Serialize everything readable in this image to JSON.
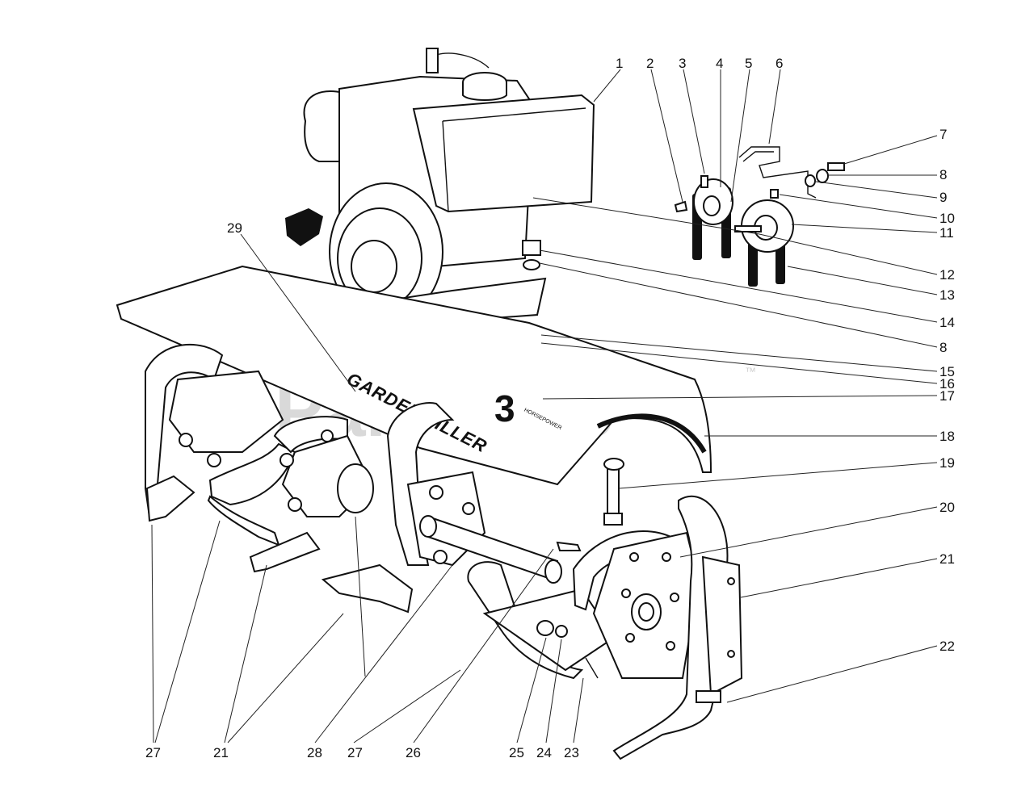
{
  "watermark": {
    "text": "PartsTree",
    "trademark": "™"
  },
  "decal": {
    "brand": "GARDEN TILLER",
    "number": "3",
    "sub": "HORSEPOWER"
  },
  "callouts": [
    {
      "id": "c1",
      "text": "1"
    },
    {
      "id": "c2",
      "text": "2"
    },
    {
      "id": "c3",
      "text": "3"
    },
    {
      "id": "c4",
      "text": "4"
    },
    {
      "id": "c5",
      "text": "5"
    },
    {
      "id": "c6",
      "text": "6"
    },
    {
      "id": "c7",
      "text": "7"
    },
    {
      "id": "c8a",
      "text": "8"
    },
    {
      "id": "c9",
      "text": "9"
    },
    {
      "id": "c10a",
      "text": "10"
    },
    {
      "id": "c11",
      "text": "11"
    },
    {
      "id": "c12",
      "text": "12"
    },
    {
      "id": "c13",
      "text": "13"
    },
    {
      "id": "c14",
      "text": "14"
    },
    {
      "id": "c8b",
      "text": "8"
    },
    {
      "id": "c15",
      "text": "15"
    },
    {
      "id": "c16",
      "text": "16"
    },
    {
      "id": "c17",
      "text": "17"
    },
    {
      "id": "c18",
      "text": "18"
    },
    {
      "id": "c19",
      "text": "19"
    },
    {
      "id": "c20",
      "text": "20"
    },
    {
      "id": "c21a",
      "text": "21"
    },
    {
      "id": "c22",
      "text": "22"
    },
    {
      "id": "c29",
      "text": "29"
    },
    {
      "id": "c27a",
      "text": "27"
    },
    {
      "id": "c21b",
      "text": "21"
    },
    {
      "id": "c28",
      "text": "28"
    },
    {
      "id": "c27b",
      "text": "27"
    },
    {
      "id": "c26",
      "text": "26"
    },
    {
      "id": "c25",
      "text": "25"
    },
    {
      "id": "c24",
      "text": "24"
    },
    {
      "id": "c23",
      "text": "23"
    }
  ]
}
